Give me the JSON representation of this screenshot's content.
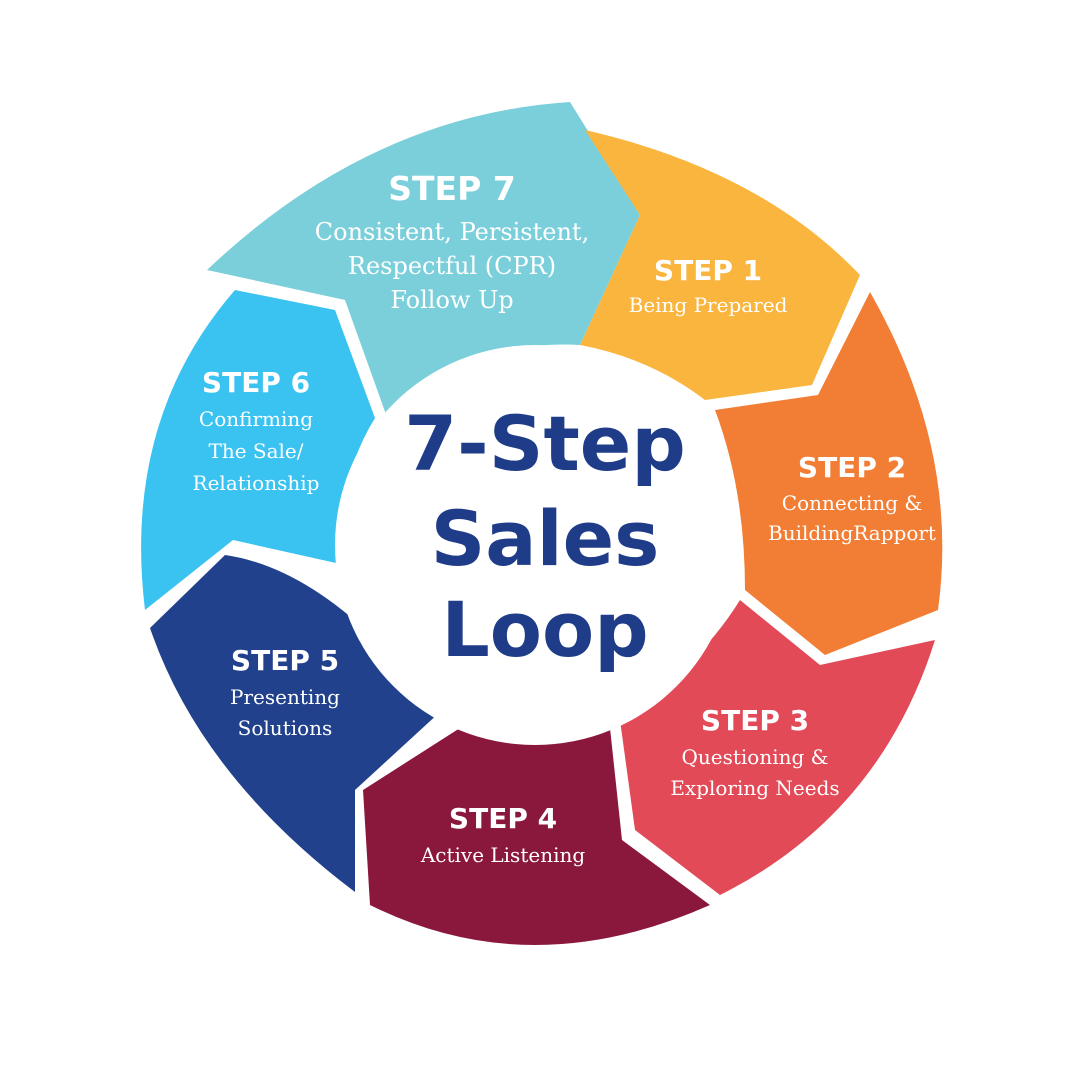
{
  "center": {
    "line1": "7-Step",
    "line2": "Sales",
    "line3": "Loop",
    "color": "#1f3c88"
  },
  "steps": [
    {
      "title": "STEP 1",
      "lines": [
        "Being Prepared"
      ],
      "color": "#f9b53d"
    },
    {
      "title": "STEP 2",
      "lines": [
        "Connecting &",
        "BuildingRapport"
      ],
      "color": "#f27d34"
    },
    {
      "title": "STEP 3",
      "lines": [
        "Questioning &",
        "Exploring Needs"
      ],
      "color": "#e24a58"
    },
    {
      "title": "STEP 4",
      "lines": [
        "Active Listening"
      ],
      "color": "#8a183d"
    },
    {
      "title": "STEP 5",
      "lines": [
        "Presenting",
        "Solutions"
      ],
      "color": "#22418c"
    },
    {
      "title": "STEP 6",
      "lines": [
        "Confirming",
        "The Sale/",
        "Relationship"
      ],
      "color": "#3ac3f0"
    },
    {
      "title": "STEP 7",
      "lines": [
        "Consistent, Persistent,",
        "Respectful (CPR)",
        "Follow Up"
      ],
      "color": "#7acfdb"
    }
  ]
}
